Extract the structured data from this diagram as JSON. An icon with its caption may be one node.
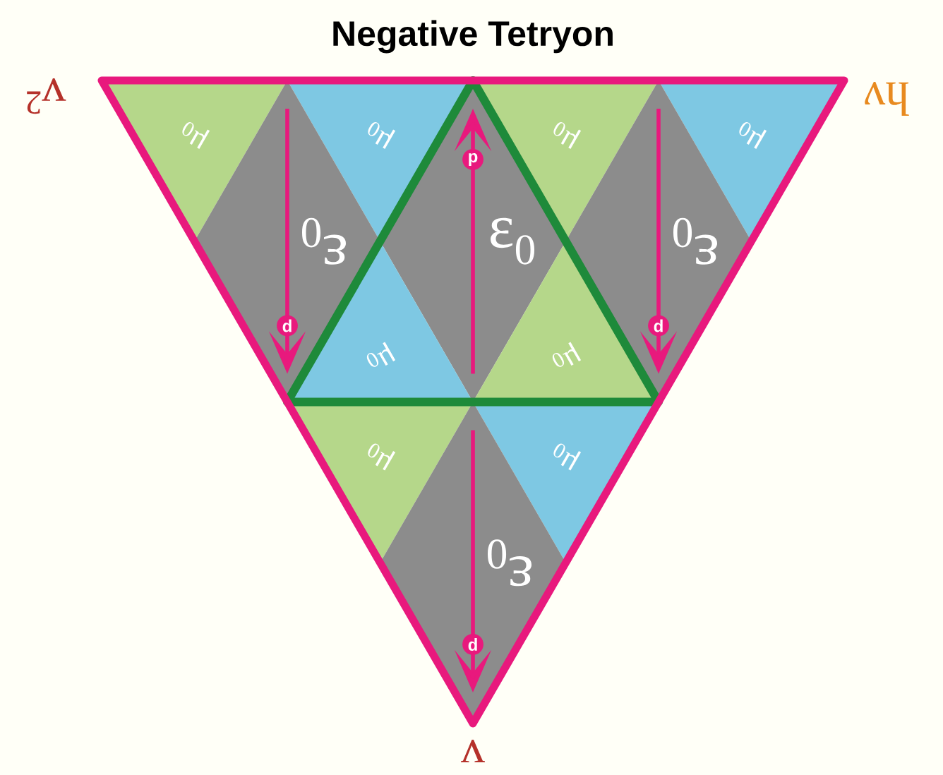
{
  "diagram": {
    "title": "Negative Tetryon",
    "nodes": [
      {
        "text": [],
        "shape": "triangle",
        "beside": [
          "v$^{2}$",
          "hν",
          "v"
        ]
      },
      {
        "text": [],
        "shape": "triangle",
        "in": 0
      },
      {
        "text": [
          "μ$_{0}$"
        ],
        "in": 0
      },
      {
        "text": [
          "μ$_{0}$"
        ],
        "in": 0
      },
      {
        "text": [
          "ε$_{0}$"
        ],
        "in": 0
      },
      {
        "text": [
          "ε$_{0}$"
        ],
        "in": 1
      },
      {
        "text": [
          "μ$_{0}$"
        ],
        "in": 0
      },
      {
        "text": [
          "μ$_{0}$"
        ],
        "in": 0
      },
      {
        "text": [
          "ε$_{0}$"
        ],
        "in": 0
      },
      {
        "text": [
          "μ$_{0}$"
        ],
        "in": 1
      },
      {
        "text": [
          "μ$_{0}$"
        ],
        "in": 1
      },
      {
        "text": [
          "μ$_{0}$"
        ],
        "in": 0
      },
      {
        "text": [
          "μ$_{0}$"
        ],
        "in": 0
      },
      {
        "text": [
          "ε$_{0}$"
        ],
        "in": 0
      }
    ],
    "labels": [
      "p",
      "p",
      "p",
      "p"
    ]
  }
}
